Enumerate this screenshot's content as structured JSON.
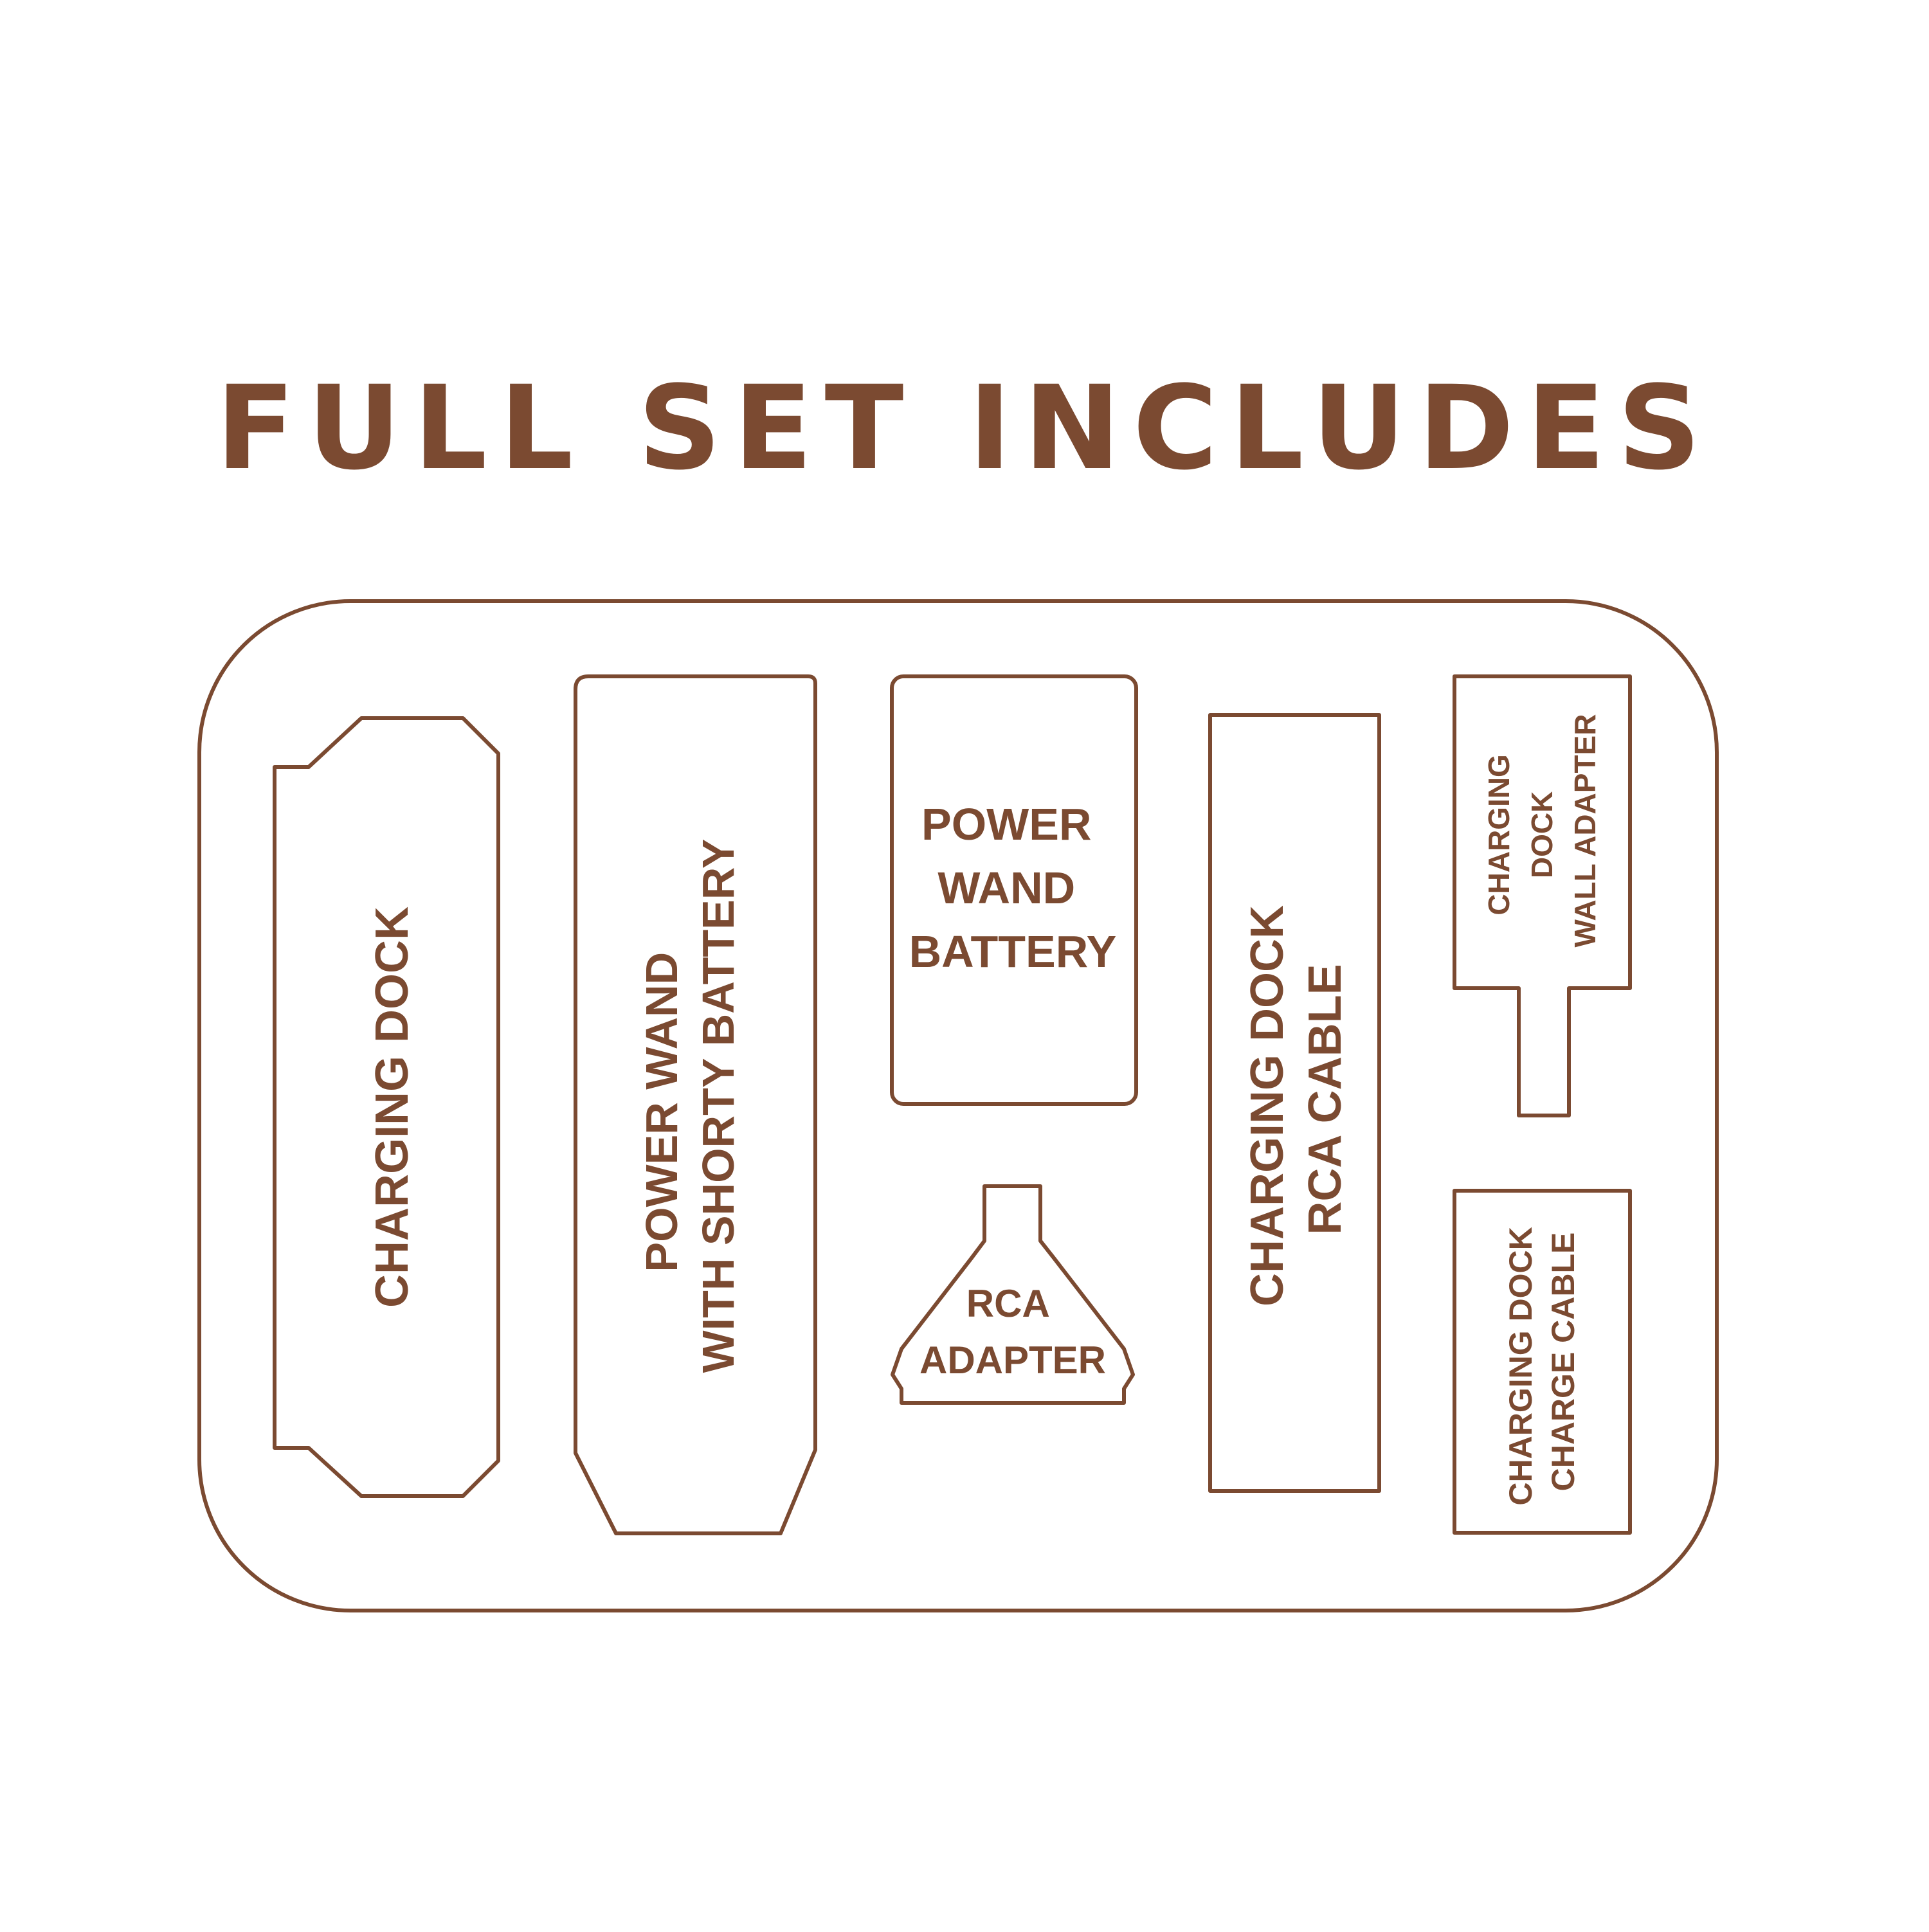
{
  "colors": {
    "ink": "#7b4a31",
    "background": "#ffffff"
  },
  "title": "FULL SET INCLUDES",
  "items": {
    "charging_dock": {
      "lines": [
        "CHARGING DOCK"
      ]
    },
    "power_wand": {
      "lines": [
        "POWER WAND",
        "WITH SHORTY BATTERY"
      ]
    },
    "power_wand_battery": {
      "lines": [
        "POWER",
        "WAND",
        "BATTERY"
      ]
    },
    "rca_adapter": {
      "lines": [
        "RCA",
        "ADAPTER"
      ]
    },
    "rca_cable": {
      "lines": [
        "CHARGING DOCK",
        "RCA CABLE"
      ]
    },
    "wall_adapter": {
      "lines": [
        "CHARGING",
        "DOCK",
        "WALL ADAPTER"
      ]
    },
    "charge_cable": {
      "lines": [
        "CHARGING DOCK",
        "CHARGE CABLE"
      ]
    }
  }
}
